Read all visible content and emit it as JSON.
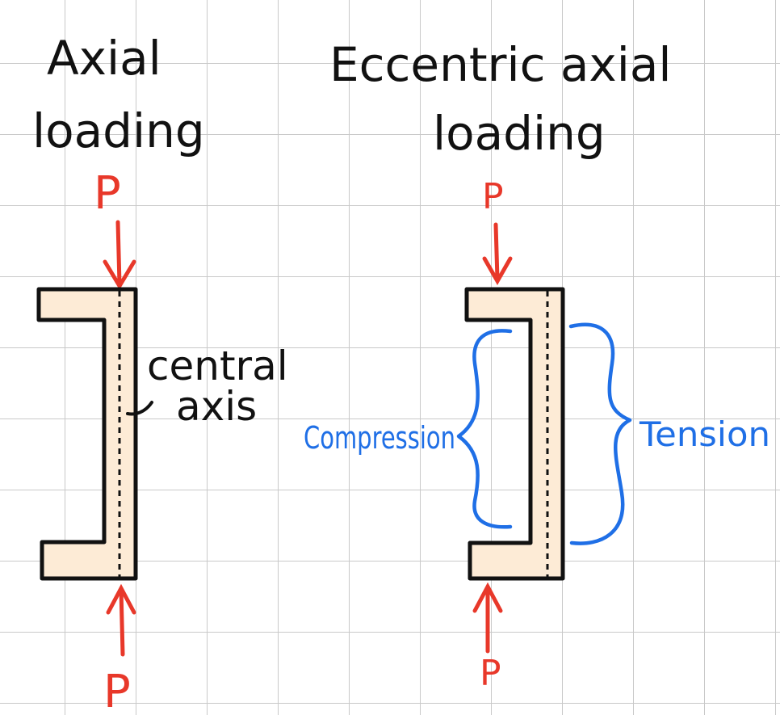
{
  "left_diagram": {
    "title_line1": "Axial",
    "title_line2": "loading",
    "load_top": "P",
    "load_bottom": "P",
    "axis_label_line1": "central",
    "axis_label_line2": "axis"
  },
  "right_diagram": {
    "title_line1": "Eccentric axial",
    "title_line2": "loading",
    "load_top": "P",
    "load_bottom": "P",
    "compression_label": "Compression",
    "tension_label": "Tension"
  },
  "colors": {
    "ink": "#111111",
    "load_red": "#e8382a",
    "stress_blue": "#1f6fe6",
    "section_fill": "#fdebd6"
  }
}
